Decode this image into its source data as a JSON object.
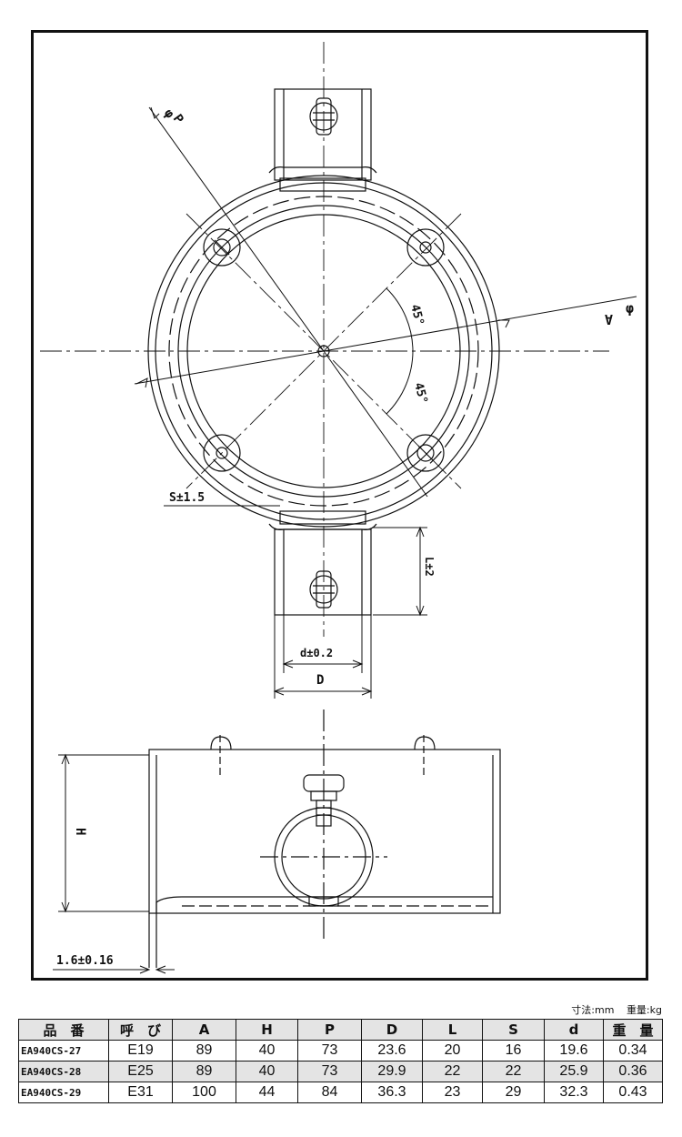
{
  "drawing": {
    "labels": {
      "p": "P",
      "a": "A",
      "phi_p": "φ",
      "phi_a": "φ",
      "angle_top": "45°",
      "angle_bottom": "45°",
      "s": "S±1.5",
      "l": "L±2",
      "d_small": "d±0.2",
      "d_large": "D",
      "h": "H",
      "thickness": "1.6±0.16"
    }
  },
  "units_note": {
    "dimension": "寸法:mm",
    "weight": "重量:kg"
  },
  "table": {
    "headers": [
      "品　番",
      "呼　び",
      "A",
      "H",
      "P",
      "D",
      "L",
      "S",
      "d",
      "重　量"
    ],
    "rows": [
      [
        "EA940CS-27",
        "E19",
        "89",
        "40",
        "73",
        "23.6",
        "20",
        "16",
        "19.6",
        "0.34"
      ],
      [
        "EA940CS-28",
        "E25",
        "89",
        "40",
        "73",
        "29.9",
        "22",
        "22",
        "25.9",
        "0.36"
      ],
      [
        "EA940CS-29",
        "E31",
        "100",
        "44",
        "84",
        "36.3",
        "23",
        "29",
        "32.3",
        "0.43"
      ]
    ]
  }
}
